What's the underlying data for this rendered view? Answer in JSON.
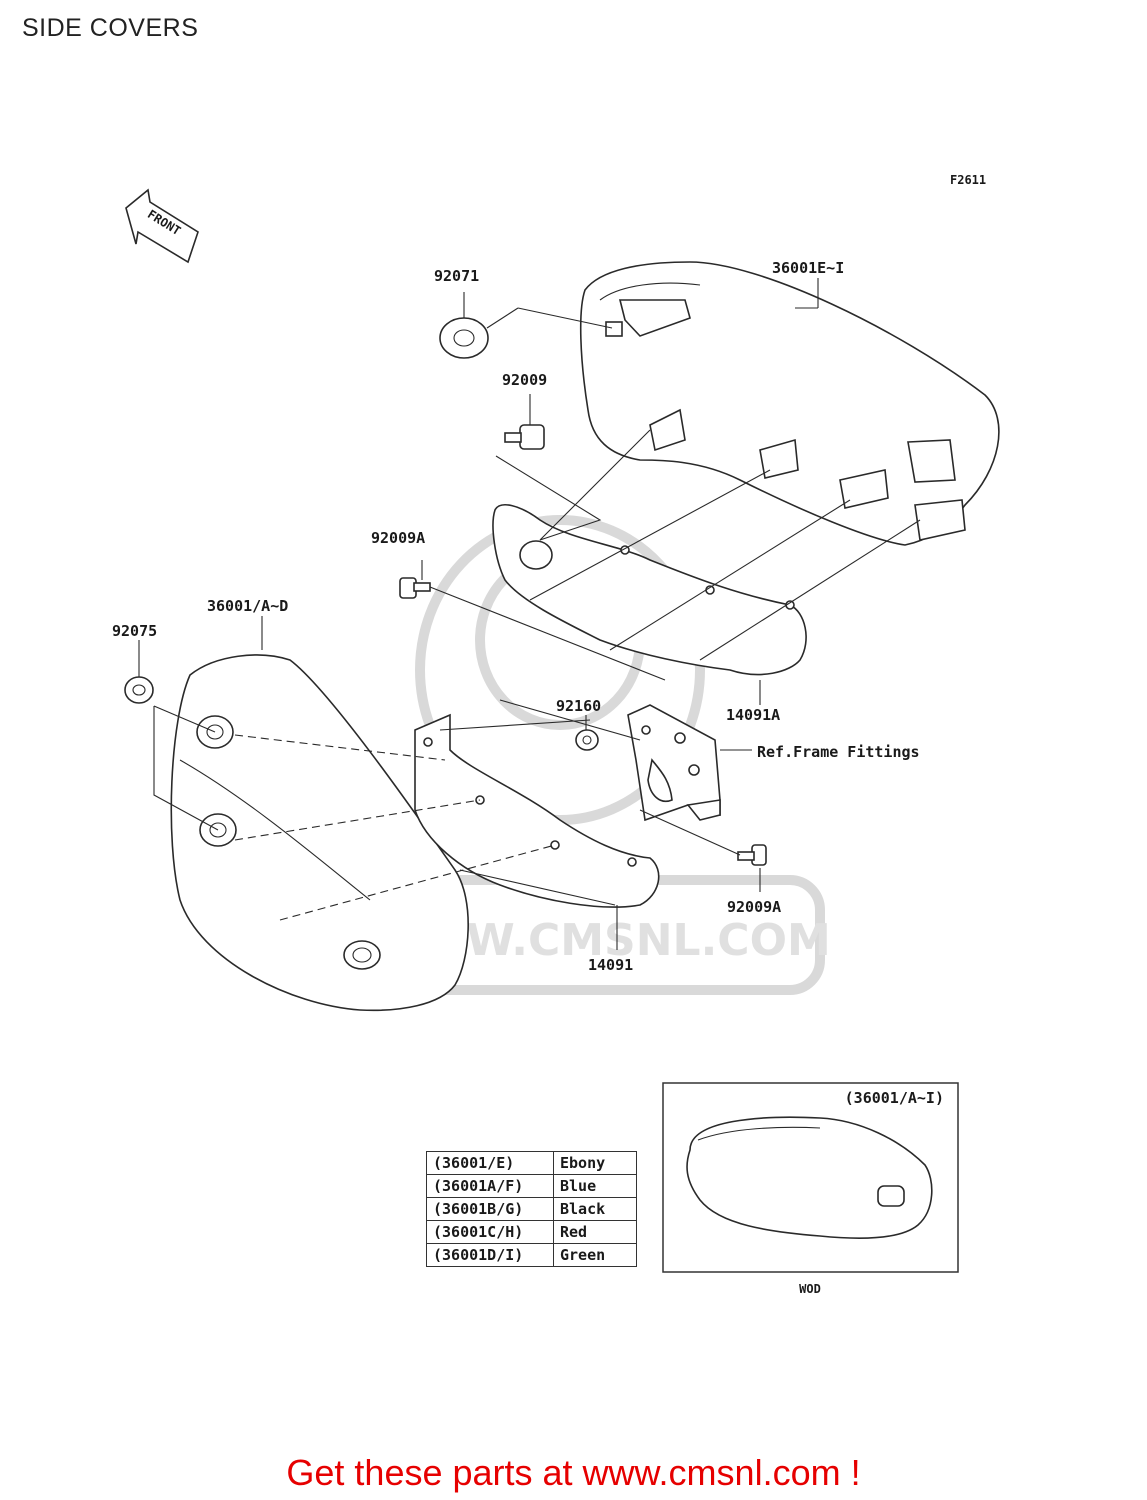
{
  "page": {
    "title": "SIDE COVERS"
  },
  "diagram": {
    "figure_code": "F2611",
    "front_indicator": "FRONT",
    "callouts": {
      "p36001E_I": "36001E~I",
      "p92071": "92071",
      "p92009": "92009",
      "p92009A_upper": "92009A",
      "p36001_A_D": "36001/A~D",
      "p92075": "92075",
      "p92160": "92160",
      "p14091A": "14091A",
      "ref_frame": "Ref.Frame Fittings",
      "p92009A_lower": "92009A",
      "p14091": "14091"
    },
    "inset": {
      "title": "(36001/A~I)",
      "caption": "WOD"
    },
    "watermark": "WWW.CMSNL.COM"
  },
  "color_table": [
    {
      "code": "(36001/E)",
      "color": "Ebony"
    },
    {
      "code": "(36001A/F)",
      "color": "Blue"
    },
    {
      "code": "(36001B/G)",
      "color": "Black"
    },
    {
      "code": "(36001C/H)",
      "color": "Red"
    },
    {
      "code": "(36001D/I)",
      "color": "Green"
    }
  ],
  "footer": {
    "cta": "Get these parts at www.cmsnl.com !"
  },
  "colors": {
    "cta": "#e60000",
    "line": "#2a2a2a",
    "watermark": "#d9d9d9"
  }
}
